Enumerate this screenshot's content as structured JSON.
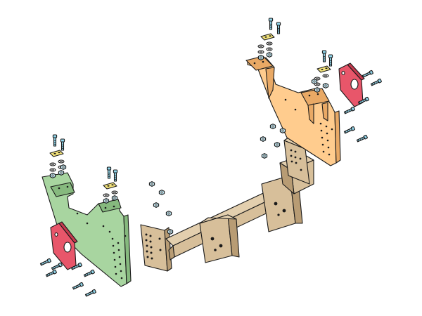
{
  "diagram": {
    "type": "exploded-view",
    "colors": {
      "background": "#ffffff",
      "outline": "#1a1a1a",
      "hitch_frame": "#d7bf9a",
      "hitch_frame_shade": "#b89c74",
      "left_bracket": "#a8d5a0",
      "left_bracket_shade": "#86b97e",
      "right_bracket": "#ffcc8e",
      "right_bracket_shade": "#e9a965",
      "spacer_plate": "#e8566a",
      "spacer_plate_shade": "#c53a4e",
      "bolt": "#8fd3e8",
      "bolt_shade": "#5fb1cc",
      "nut": "#bfe6f2",
      "strap_plate": "#f2e27a"
    },
    "parts": [
      {
        "name": "receiver-hitch-frame",
        "color_key": "hitch_frame"
      },
      {
        "name": "left-mounting-bracket",
        "color_key": "left_bracket"
      },
      {
        "name": "right-mounting-bracket",
        "color_key": "right_bracket"
      },
      {
        "name": "left-spacer-plate",
        "color_key": "spacer_plate"
      },
      {
        "name": "right-spacer-plate",
        "color_key": "spacer_plate"
      },
      {
        "name": "carriage-bolts",
        "color_key": "bolt"
      },
      {
        "name": "hex-nuts",
        "color_key": "nut"
      },
      {
        "name": "strap-plates",
        "color_key": "strap_plate"
      }
    ]
  }
}
